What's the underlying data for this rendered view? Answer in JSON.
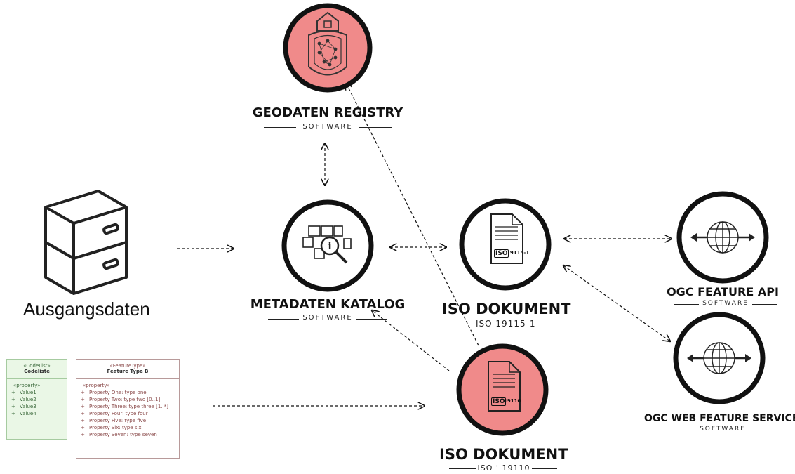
{
  "nodes": {
    "registry": {
      "title": "GEODATEN REGISTRY",
      "subtitle": "SOFTWARE",
      "fill": "#f08a8a"
    },
    "metadaten": {
      "title": "METADATEN KATALOG",
      "subtitle": "SOFTWARE"
    },
    "iso_19115": {
      "title": "ISO DOKUMENT",
      "subtitle": "ISO 19115-1",
      "badge": "ISO",
      "code": "19115-1"
    },
    "iso_19110": {
      "title": "ISO DOKUMENT",
      "subtitle": "ISO ' 19110",
      "badge": "ISO",
      "code": "19110",
      "fill": "#f08a8a"
    },
    "ogc_api": {
      "title": "OGC FEATURE API",
      "subtitle": "SOFTWARE"
    },
    "ogc_wfs": {
      "title": "OGC WEB FEATURE SERVICE",
      "subtitle": "SOFTWARE"
    },
    "ausgangsdaten": {
      "label": "Ausgangsdaten"
    }
  },
  "uml": {
    "codelist": {
      "stereotype": "«CodeList»",
      "name": "Codeliste",
      "group": "«property»",
      "rows": [
        {
          "plus": "+",
          "text": "Value1"
        },
        {
          "plus": "+",
          "text": "Value2"
        },
        {
          "plus": "+",
          "text": "Value3"
        },
        {
          "plus": "+",
          "text": "Value4"
        }
      ]
    },
    "featuretype": {
      "stereotype": "«FeatureType»",
      "name": "Feature Type B",
      "group": "«property»",
      "rows": [
        {
          "plus": "+",
          "text": "Property One: type one"
        },
        {
          "plus": "+",
          "text": "Property Two: type two [0..1]"
        },
        {
          "plus": "+",
          "text": "Property Three: type three [1..*]"
        },
        {
          "plus": "+",
          "text": "Property Four: type four"
        },
        {
          "plus": "+",
          "text": "Property Five: type five"
        },
        {
          "plus": "+",
          "text": "Property Six: type six"
        },
        {
          "plus": "+",
          "text": "Property Seven: type seven"
        }
      ]
    }
  },
  "edges": [
    {
      "from": "registry",
      "to": "metadaten",
      "style": "dashed",
      "arrows": "both"
    },
    {
      "from": "ausgangsdaten",
      "to": "metadaten",
      "style": "dashed",
      "arrows": "end"
    },
    {
      "from": "metadaten",
      "to": "iso_19115",
      "style": "dashed",
      "arrows": "both"
    },
    {
      "from": "iso_19115",
      "to": "ogc_api",
      "style": "dashed",
      "arrows": "both"
    },
    {
      "from": "iso_19115",
      "to": "ogc_wfs",
      "style": "dashed",
      "arrows": "both"
    },
    {
      "from": "uml_model",
      "to": "iso_19110",
      "style": "dashed",
      "arrows": "end"
    },
    {
      "from": "iso_19110",
      "to": "metadaten",
      "style": "dashed",
      "arrows": "end"
    },
    {
      "from": "iso_19110",
      "to": "registry",
      "style": "dashed",
      "arrows": "end"
    }
  ],
  "colors": {
    "line": "#111111",
    "highlight": "#f08a8a",
    "uml_green": "#eaf7e6",
    "uml_border": "#b89a9a"
  }
}
